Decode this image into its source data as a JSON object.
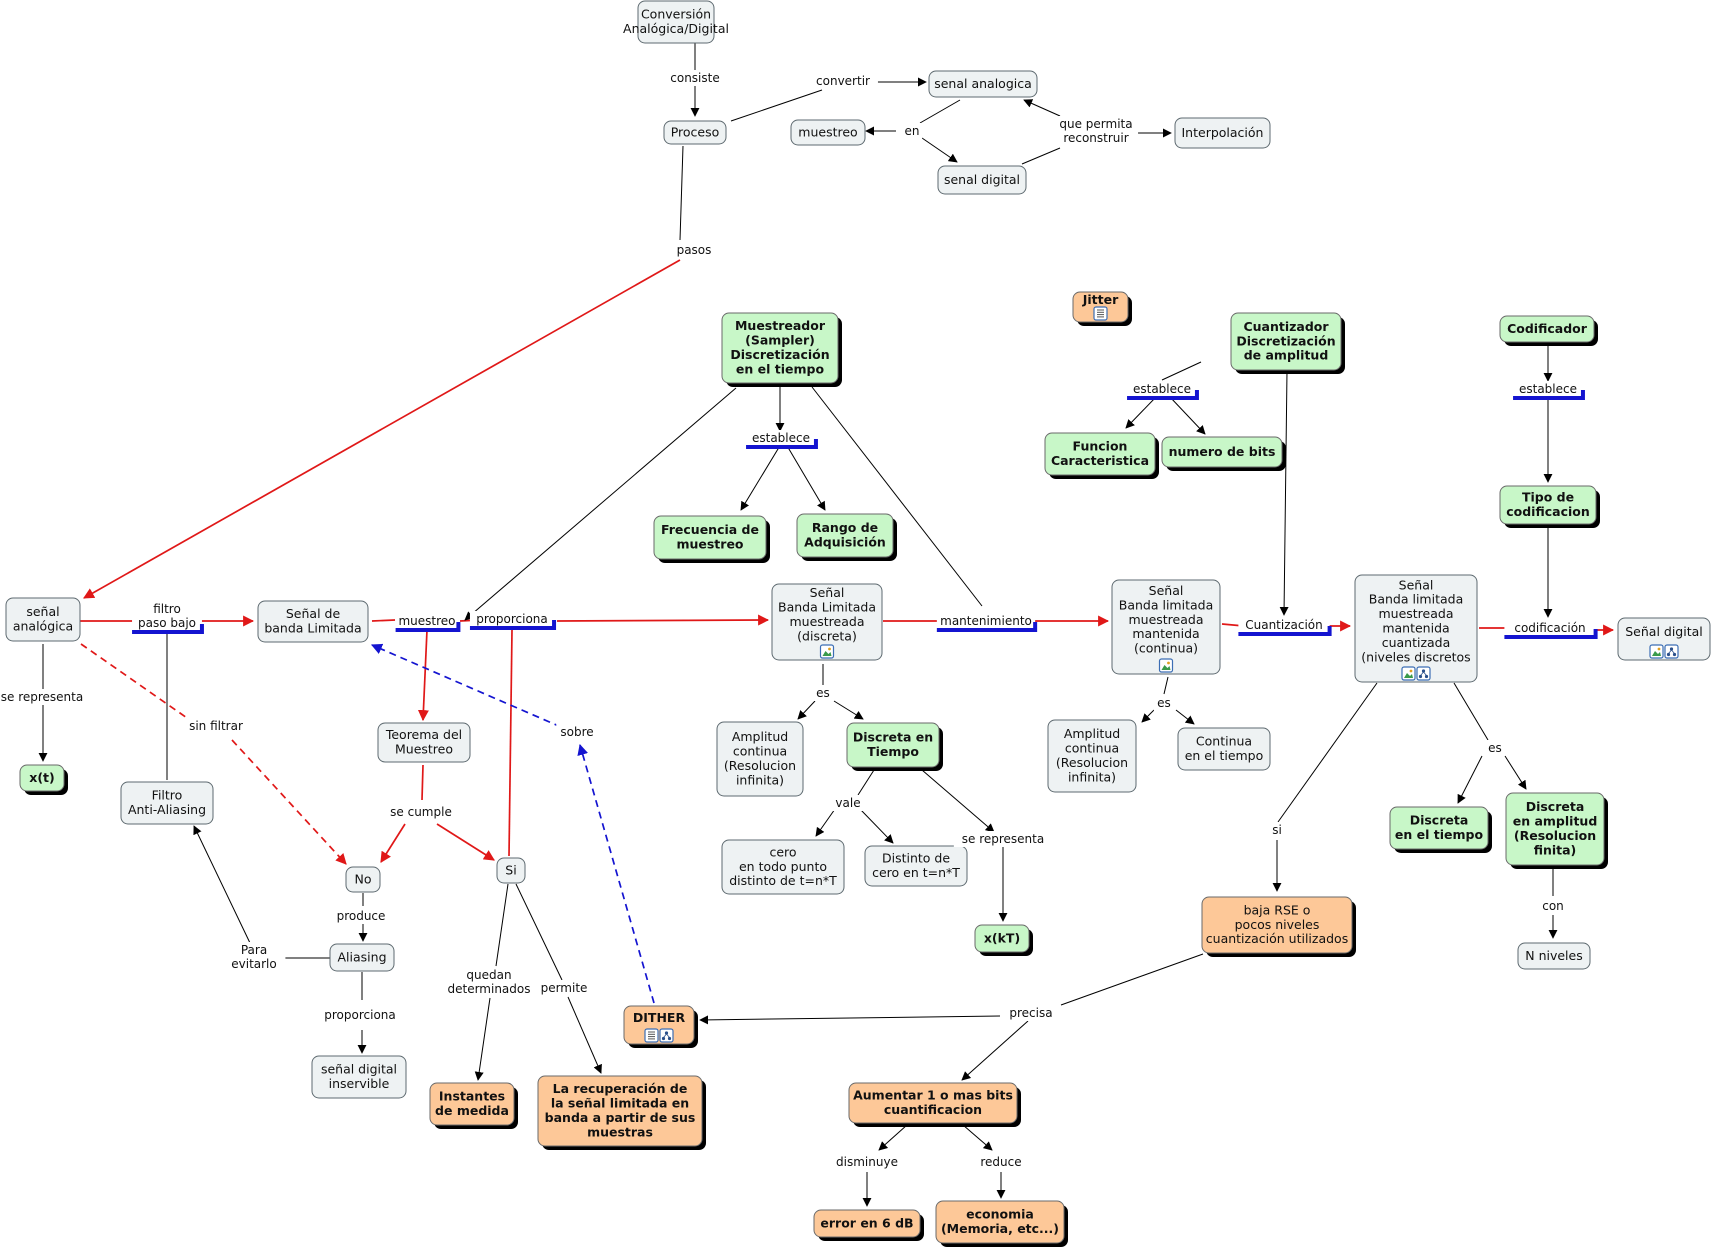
{
  "colors": {
    "neutral_fill": "#eef2f3",
    "neutral_stroke": "#5e6a70",
    "green_fill": "#c8f7c8",
    "orange_fill": "#fdc898",
    "shadow": "#000000",
    "red": "#e01818",
    "blue": "#1414d0",
    "black": "#000000",
    "icon_blue": "#3c6eb4"
  },
  "nodes": [
    {
      "id": "conv",
      "lines": [
        "Conversión",
        "Analógica/Digital"
      ],
      "style": "neutral"
    },
    {
      "id": "proceso",
      "lines": [
        "Proceso"
      ],
      "style": "neutral"
    },
    {
      "id": "senal_analogica_top",
      "lines": [
        "senal analogica"
      ],
      "style": "neutral"
    },
    {
      "id": "muestreo_top",
      "lines": [
        "muestreo"
      ],
      "style": "neutral"
    },
    {
      "id": "senal_digital_top",
      "lines": [
        "senal digital"
      ],
      "style": "neutral"
    },
    {
      "id": "interpolacion",
      "lines": [
        "Interpolación"
      ],
      "style": "neutral"
    },
    {
      "id": "jitter",
      "lines": [
        "Jitter"
      ],
      "style": "orange",
      "bold": true,
      "icons": [
        "doc-icon"
      ]
    },
    {
      "id": "muestreador",
      "lines": [
        "Muestreador",
        "(Sampler)",
        "Discretización",
        "en el tiempo"
      ],
      "style": "green",
      "bold": true
    },
    {
      "id": "cuantizador",
      "lines": [
        "Cuantizador",
        "Discretización",
        "de amplitud"
      ],
      "style": "green",
      "bold": true
    },
    {
      "id": "codificador",
      "lines": [
        "Codificador"
      ],
      "style": "green",
      "bold": true
    },
    {
      "id": "funcion",
      "lines": [
        "Funcion",
        "Caracteristica"
      ],
      "style": "green",
      "bold": true
    },
    {
      "id": "nbits",
      "lines": [
        "numero de bits"
      ],
      "style": "green",
      "bold": true
    },
    {
      "id": "tipo_cod",
      "lines": [
        "Tipo de",
        "codificacion"
      ],
      "style": "green",
      "bold": true
    },
    {
      "id": "frec",
      "lines": [
        "Frecuencia de",
        "muestreo"
      ],
      "style": "green",
      "bold": true
    },
    {
      "id": "rango",
      "lines": [
        "Rango de",
        "Adquisición"
      ],
      "style": "green",
      "bold": true
    },
    {
      "id": "senal_analogica",
      "lines": [
        "señal",
        "analógica"
      ],
      "style": "neutral"
    },
    {
      "id": "senal_bl",
      "lines": [
        "Señal de",
        "banda Limitada"
      ],
      "style": "neutral"
    },
    {
      "id": "sblm_discreta",
      "lines": [
        "Señal",
        "Banda Limitada",
        "muestreada",
        "(discreta)"
      ],
      "style": "neutral",
      "icons": [
        "image-icon"
      ]
    },
    {
      "id": "sblm_continua",
      "lines": [
        "Señal",
        "Banda limitada",
        "muestreada",
        "mantenida",
        "(continua)"
      ],
      "style": "neutral",
      "icons": [
        "image-icon"
      ]
    },
    {
      "id": "sblm_cuant",
      "lines": [
        "Señal",
        "Banda limitada",
        "muestreada",
        "mantenida",
        "cuantizada",
        "(niveles discretos"
      ],
      "style": "neutral",
      "icons": [
        "image-icon",
        "map-icon"
      ]
    },
    {
      "id": "senal_digital",
      "lines": [
        "Señal digital"
      ],
      "style": "neutral",
      "icons": [
        "image-icon",
        "map-icon"
      ]
    },
    {
      "id": "xt",
      "lines": [
        "x(t)"
      ],
      "style": "green",
      "bold": true
    },
    {
      "id": "filtro_aa",
      "lines": [
        "Filtro",
        "Anti-Aliasing"
      ],
      "style": "neutral"
    },
    {
      "id": "teorema",
      "lines": [
        "Teorema del",
        "Muestreo"
      ],
      "style": "neutral"
    },
    {
      "id": "no",
      "lines": [
        "No"
      ],
      "style": "neutral"
    },
    {
      "id": "si",
      "lines": [
        "Si"
      ],
      "style": "neutral"
    },
    {
      "id": "aliasing",
      "lines": [
        "Aliasing"
      ],
      "style": "neutral"
    },
    {
      "id": "sd_inservible",
      "lines": [
        "señal digital",
        "inservible"
      ],
      "style": "neutral"
    },
    {
      "id": "instantes",
      "lines": [
        "Instantes",
        "de medida"
      ],
      "style": "orange",
      "bold": true
    },
    {
      "id": "recuperacion",
      "lines": [
        "La recuperación de",
        "la señal limitada en",
        "banda a partir de sus",
        "muestras"
      ],
      "style": "orange",
      "bold": true
    },
    {
      "id": "dither",
      "lines": [
        "DITHER"
      ],
      "style": "orange",
      "bold": true,
      "icons": [
        "doc-icon",
        "map-icon"
      ]
    },
    {
      "id": "amp_cont1",
      "lines": [
        "Amplitud",
        "continua",
        "(Resolucion",
        "infinita)"
      ],
      "style": "neutral"
    },
    {
      "id": "discreta_tiempo1",
      "lines": [
        "Discreta en",
        "Tiempo"
      ],
      "style": "green",
      "bold": true
    },
    {
      "id": "cero",
      "lines": [
        "cero",
        "en todo punto",
        "distinto de t=n*T"
      ],
      "style": "neutral"
    },
    {
      "id": "distinto",
      "lines": [
        "Distinto de",
        "cero en t=n*T"
      ],
      "style": "neutral"
    },
    {
      "id": "xkt",
      "lines": [
        "x(kT)"
      ],
      "style": "green",
      "bold": true
    },
    {
      "id": "amp_cont2",
      "lines": [
        "Amplitud",
        "continua",
        "(Resolucion",
        "infinita)"
      ],
      "style": "neutral"
    },
    {
      "id": "continua_tiempo",
      "lines": [
        "Continua",
        "en el tiempo"
      ],
      "style": "neutral"
    },
    {
      "id": "discreta_tiempo2",
      "lines": [
        "Discreta",
        "en el tiempo"
      ],
      "style": "green",
      "bold": true
    },
    {
      "id": "discreta_amp",
      "lines": [
        "Discreta",
        "en amplitud",
        "(Resolucion",
        "finita)"
      ],
      "style": "green",
      "bold": true
    },
    {
      "id": "n_niveles",
      "lines": [
        "N niveles"
      ],
      "style": "neutral"
    },
    {
      "id": "baja_rse",
      "lines": [
        "baja RSE o",
        "pocos niveles",
        "cuantización utilizados"
      ],
      "style": "orange"
    },
    {
      "id": "aumentar",
      "lines": [
        "Aumentar 1 o mas bits",
        "cuantificacion"
      ],
      "style": "orange",
      "bold": true
    },
    {
      "id": "error6",
      "lines": [
        "error en 6 dB"
      ],
      "style": "orange",
      "bold": true
    },
    {
      "id": "economia",
      "lines": [
        "economia",
        "(Memoria, etc...)"
      ],
      "style": "orange",
      "bold": true
    }
  ],
  "linking_phrases": [
    {
      "id": "consiste",
      "lines": [
        "consiste"
      ]
    },
    {
      "id": "convertir",
      "lines": [
        "convertir"
      ]
    },
    {
      "id": "en",
      "lines": [
        "en"
      ]
    },
    {
      "id": "que_permita",
      "lines": [
        "que permita",
        "reconstruir"
      ]
    },
    {
      "id": "pasos",
      "lines": [
        "pasos"
      ]
    },
    {
      "id": "establece_m",
      "lines": [
        "establece"
      ],
      "underline": true
    },
    {
      "id": "establece_q",
      "lines": [
        "establece"
      ],
      "underline": true
    },
    {
      "id": "establece_c",
      "lines": [
        "establece"
      ],
      "underline": true
    },
    {
      "id": "filtro_pb",
      "lines": [
        "filtro",
        "paso bajo"
      ],
      "underline": true
    },
    {
      "id": "muestreo_lp",
      "lines": [
        "muestreo"
      ],
      "underline": true
    },
    {
      "id": "proporciona1",
      "lines": [
        "proporciona"
      ],
      "underline": true
    },
    {
      "id": "mantenimiento",
      "lines": [
        "mantenimiento"
      ],
      "underline": true
    },
    {
      "id": "cuantizacion",
      "lines": [
        "Cuantización"
      ],
      "underline": true
    },
    {
      "id": "codificacion",
      "lines": [
        "codificación"
      ],
      "underline": true
    },
    {
      "id": "se_representa1",
      "lines": [
        "se representa"
      ]
    },
    {
      "id": "sin_filtrar",
      "lines": [
        "sin filtrar"
      ]
    },
    {
      "id": "sobre",
      "lines": [
        "sobre"
      ]
    },
    {
      "id": "se_cumple",
      "lines": [
        "se cumple"
      ]
    },
    {
      "id": "produce",
      "lines": [
        "produce"
      ]
    },
    {
      "id": "para_evitarlo",
      "lines": [
        "Para",
        "evitarlo"
      ]
    },
    {
      "id": "proporciona2",
      "lines": [
        "proporciona"
      ]
    },
    {
      "id": "quedan",
      "lines": [
        "quedan",
        "determinados"
      ]
    },
    {
      "id": "permite",
      "lines": [
        "permite"
      ]
    },
    {
      "id": "es1",
      "lines": [
        "es"
      ]
    },
    {
      "id": "vale",
      "lines": [
        "vale"
      ]
    },
    {
      "id": "se_representa2",
      "lines": [
        "se representa"
      ]
    },
    {
      "id": "es2",
      "lines": [
        "es"
      ]
    },
    {
      "id": "es3",
      "lines": [
        "es"
      ]
    },
    {
      "id": "si_lp",
      "lines": [
        "si"
      ]
    },
    {
      "id": "con",
      "lines": [
        "con"
      ]
    },
    {
      "id": "precisa",
      "lines": [
        "precisa"
      ]
    },
    {
      "id": "disminuye",
      "lines": [
        "disminuye"
      ]
    },
    {
      "id": "reduce",
      "lines": [
        "reduce"
      ]
    }
  ]
}
